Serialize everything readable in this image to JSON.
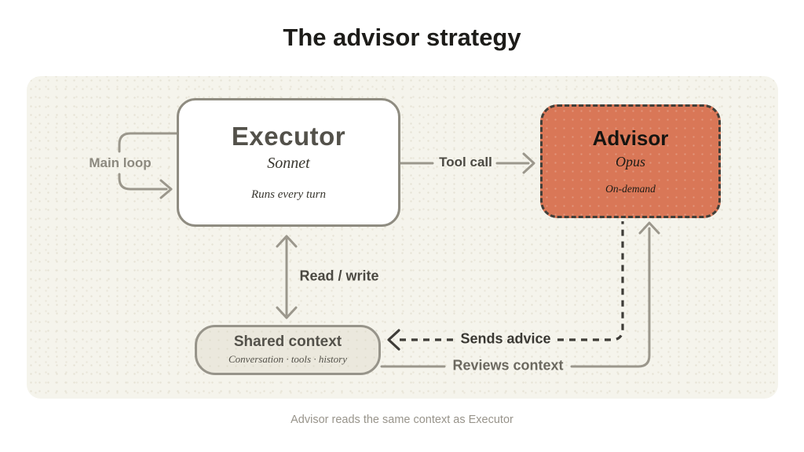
{
  "title": "The advisor strategy",
  "caption": "Advisor reads the same context as Executor",
  "nodes": {
    "executor": {
      "title": "Executor",
      "subtitle": "Sonnet",
      "note": "Runs every turn"
    },
    "advisor": {
      "title": "Advisor",
      "subtitle": "Opus",
      "note": "On-demand"
    },
    "shared_context": {
      "title": "Shared context",
      "subtitle": "Conversation · tools · history"
    }
  },
  "edges": {
    "main_loop": "Main loop",
    "tool_call": "Tool call",
    "read_write": "Read / write",
    "sends_advice": "Sends advice",
    "reviews_context": "Reviews context"
  },
  "colors": {
    "advisor_fill": "#d97757",
    "panel_bg": "#f5f4ec",
    "shared_fill": "#ebe8dd",
    "wire_gray": "#9b978c",
    "wire_dark": "#3e3c37",
    "title_text": "#1d1c19"
  }
}
